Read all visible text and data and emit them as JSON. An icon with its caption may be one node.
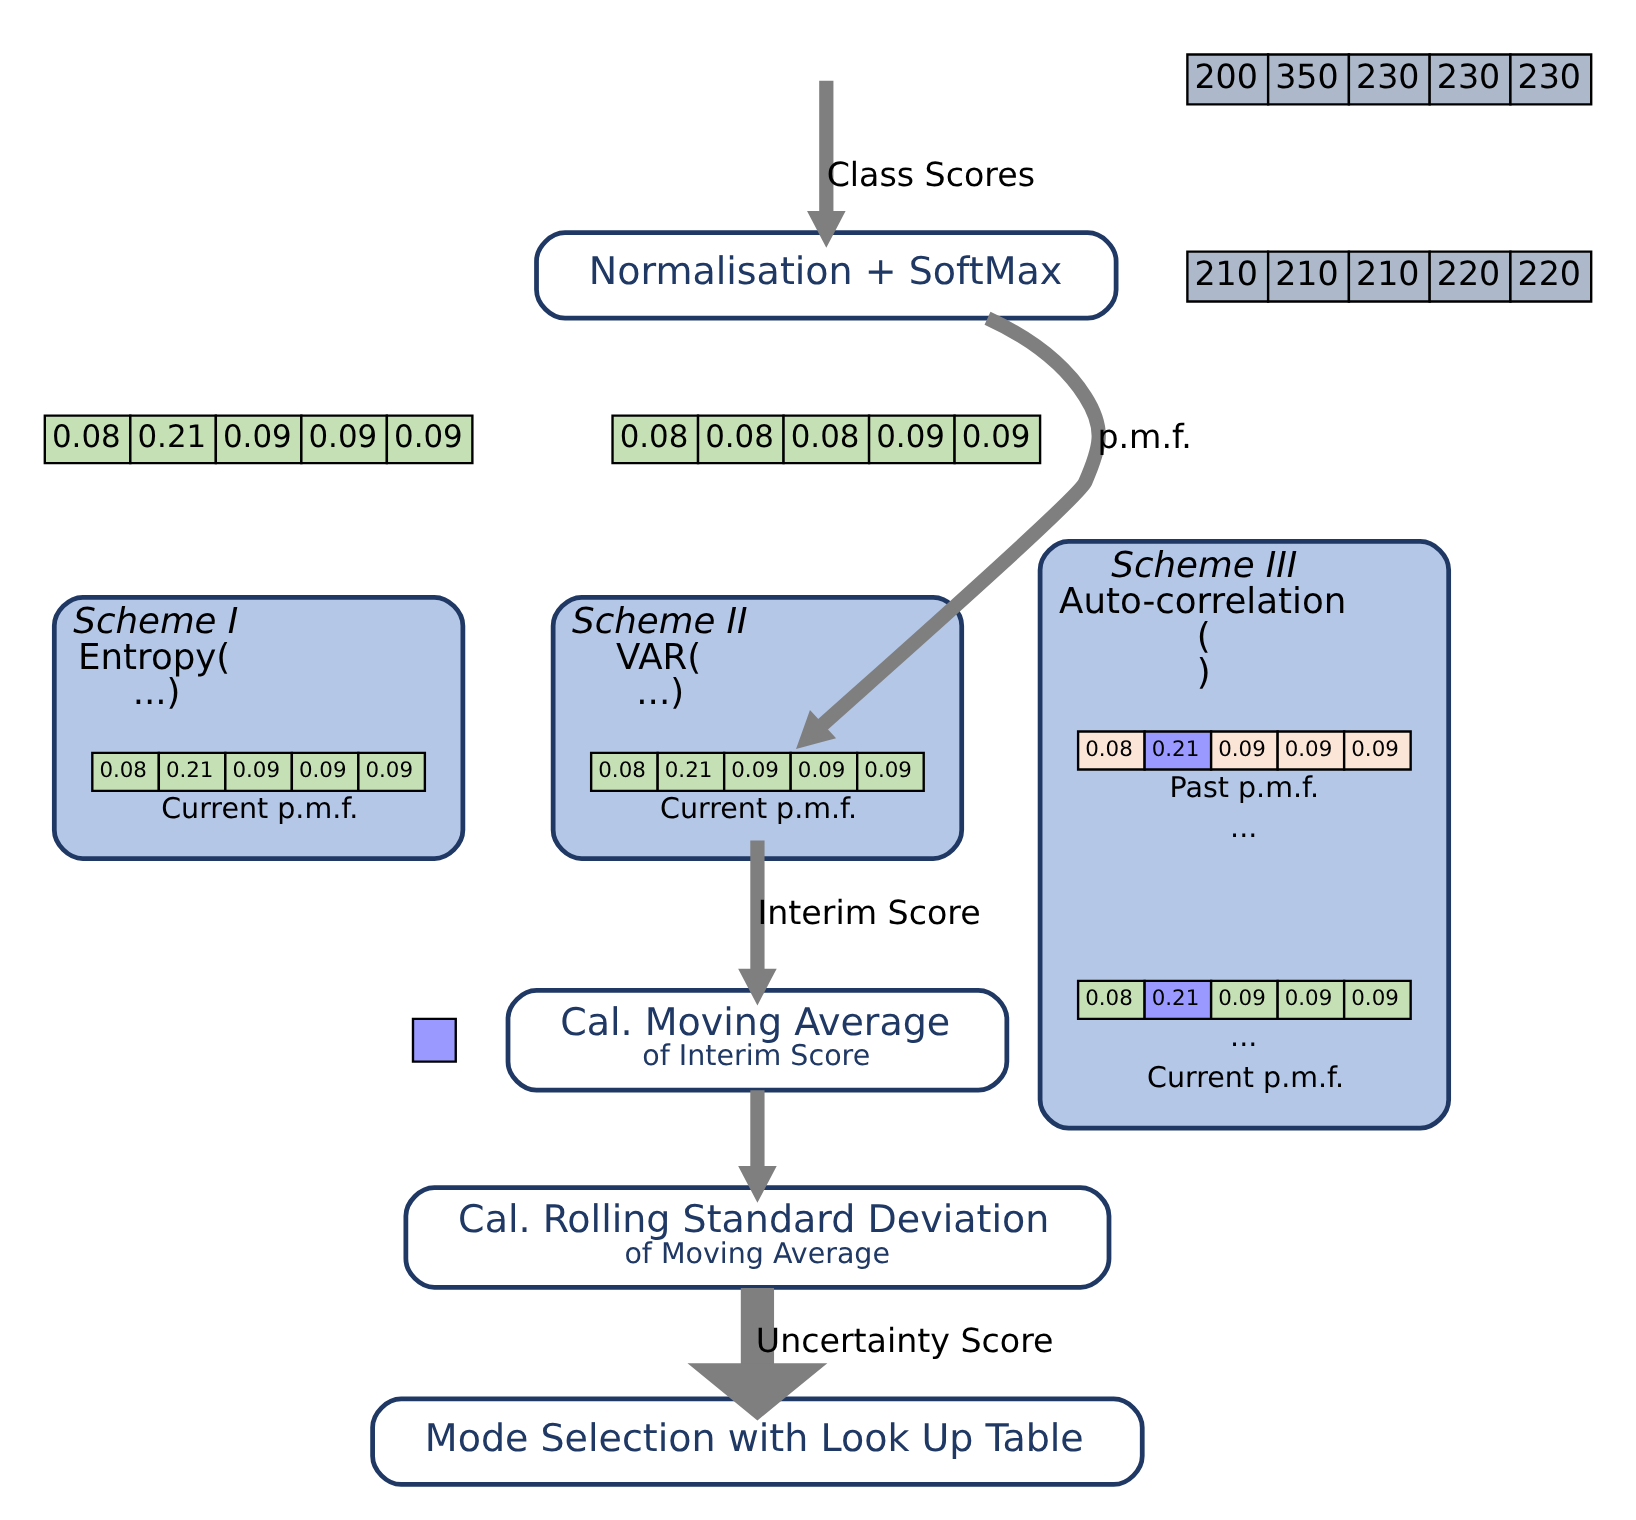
{
  "diagram": {
    "nodes": [
      {
        "text": [
          "Normalisation + SoftMax"
        ]
      },
      {
        "text": [
          "200",
          "350",
          "230",
          "230",
          "230"
        ]
      },
      {
        "text": [
          "210",
          "210",
          "210",
          "220",
          "220"
        ]
      },
      {
        "text": [
          "0.08",
          "0.21",
          "0.09",
          "0.09",
          "0.09"
        ]
      },
      {
        "text": [
          "0.08",
          "0.08",
          "0.08",
          "0.09",
          "0.09"
        ]
      },
      {
        "text": [
          "Scheme I",
          "Entropy(",
          "...)"
        ]
      },
      {
        "text": [
          "0.08",
          "0.21",
          "0.09",
          "0.09",
          "0.09"
        ],
        "in": 5,
        "beside": [
          "Current p.m.f."
        ]
      },
      {
        "text": [
          "Scheme II",
          "VAR(",
          "...)"
        ]
      },
      {
        "text": [
          "0.08",
          "0.21",
          "0.09",
          "0.09",
          "0.09"
        ],
        "in": 7,
        "beside": [
          "Current p.m.f."
        ]
      },
      {
        "text": [
          "Scheme III",
          "Auto-correlation",
          "(",
          ")"
        ]
      },
      {
        "text": [
          "0.08",
          "0.21",
          "0.09",
          "0.09",
          "0.09"
        ],
        "in": 9,
        "beside": [
          "Past p.m.f.",
          "..."
        ]
      },
      {
        "text": [
          "0.08",
          "0.21",
          "0.09",
          "0.09",
          "0.09"
        ],
        "in": 9,
        "beside": [
          "...",
          "Current p.m.f."
        ]
      },
      {
        "text": [],
        "shape": "box"
      },
      {
        "text": [
          "Cal. Moving Average",
          "of Interim Score"
        ]
      },
      {
        "text": [
          "Cal. Rolling Standard Deviation",
          "of Moving Average"
        ]
      },
      {
        "text": [
          "Mode Selection with Look Up Table"
        ]
      }
    ],
    "edges": [
      {
        "from": null,
        "to": 0,
        "arrow": "to",
        "label": "Class Scores"
      },
      {
        "from": 0,
        "to": 8,
        "arrow": "to",
        "label": "p.m.f."
      },
      {
        "from": 8,
        "to": 13,
        "arrow": "to",
        "label": "Interim Score"
      },
      {
        "from": 13,
        "to": 14,
        "arrow": "to"
      },
      {
        "from": 14,
        "to": 15,
        "arrow": "to",
        "label": "Uncertainty Score",
        "style": "thick"
      }
    ]
  }
}
